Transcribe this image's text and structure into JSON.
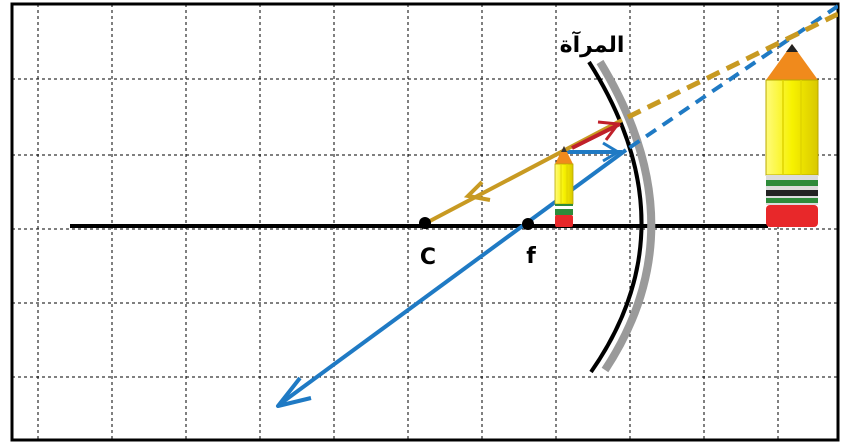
{
  "diagram": {
    "mirror_label": "المرآة",
    "center_label": "C",
    "focus_label": "f",
    "colors": {
      "grid": "#000000",
      "axis": "#000000",
      "mirror": "#000000",
      "mirror_shadow": "#9a9a9a",
      "ray_blue": "#1f7ac4",
      "ray_gold": "#c89a22",
      "ray_red": "#c0202a",
      "pencil_body": "#f7f200",
      "pencil_tip": "#f08a1c",
      "pencil_eraser": "#e8282a",
      "pencil_band": "#2e8b3a"
    },
    "icons": [
      "object-pencil-icon",
      "image-pencil-icon"
    ]
  }
}
